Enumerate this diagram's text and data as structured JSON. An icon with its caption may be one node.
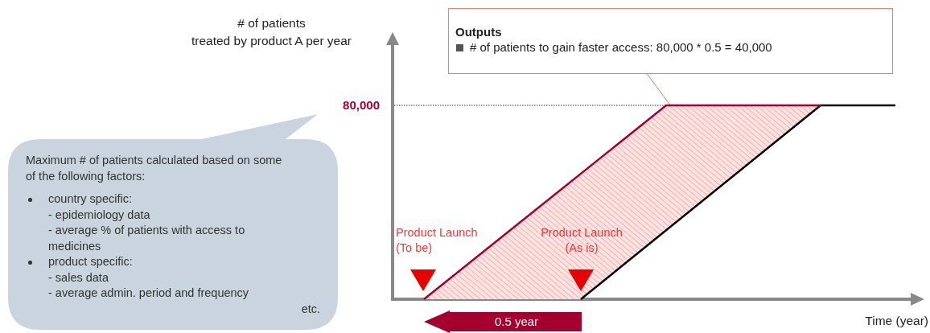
{
  "diagram": {
    "nodes": [
      {
        "text": [
          "Maximum # of patients calculated based on some of the following factors:",
          "country specific:",
          "- epidemiology data",
          "- average % of patients with access to medicines",
          "product specific:",
          "- sales data",
          "- average admin. period and frequency",
          "etc."
        ]
      },
      {
        "text": [
          "Outputs",
          "# of patients to gain faster access: 80,000 * 0.5 = 40,000"
        ]
      },
      {
        "text": [],
        "shape": "parallelogram"
      },
      {
        "text": [
          "0.5 year"
        ]
      }
    ],
    "edges": [
      {
        "from": 1,
        "to": 2,
        "arrow": "none",
        "color": "#f07070"
      }
    ],
    "labels": [
      "# of patients treated by product A per year",
      "80,000",
      "Product Launch (To be)",
      "Product Launch (As is)",
      "Time (year)"
    ]
  }
}
